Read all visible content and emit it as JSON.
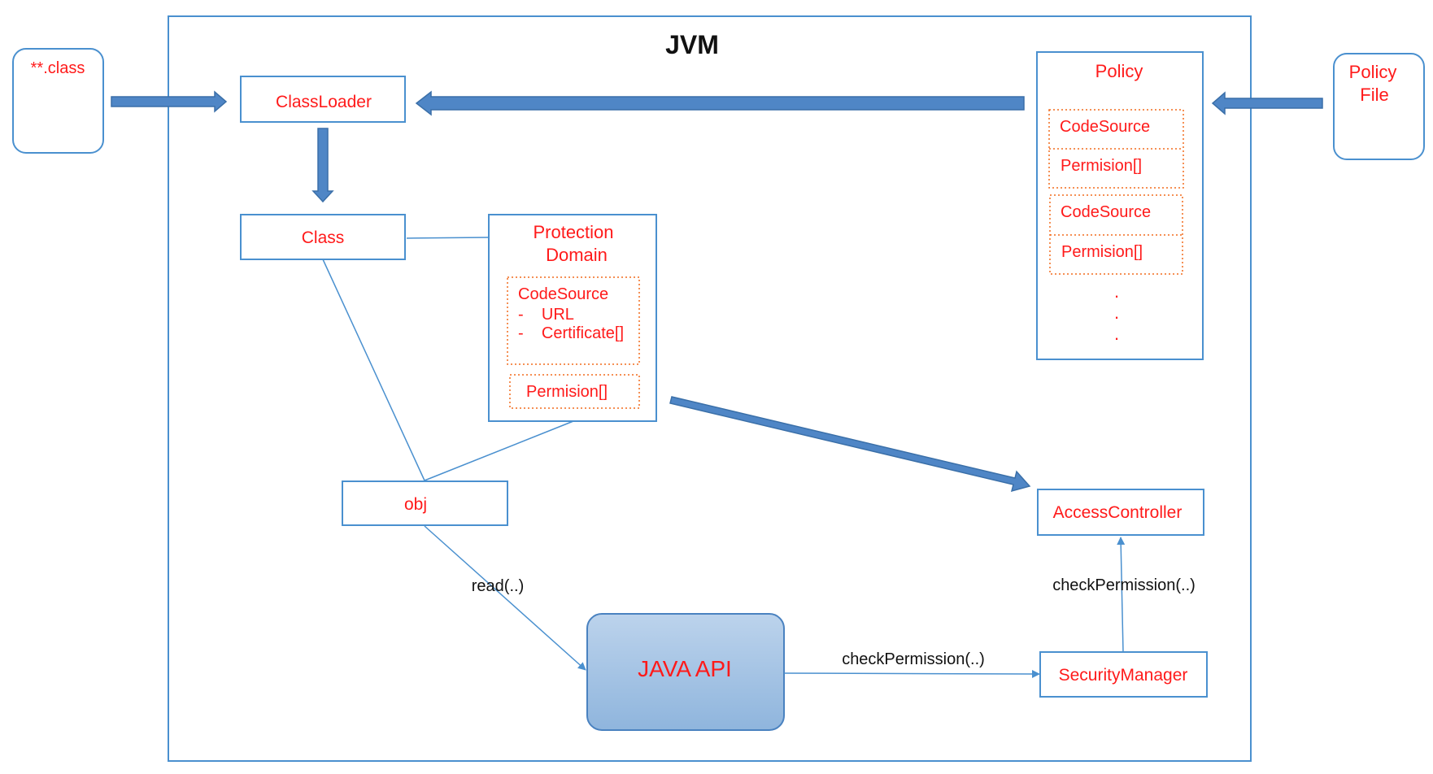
{
  "title": "JVM",
  "class_file": "**.class",
  "policy_file": {
    "line1": "Policy",
    "line2": "File"
  },
  "classloader": "ClassLoader",
  "class_box": "Class",
  "protection_domain": {
    "title_line1": "Protection",
    "title_line2": "Domain",
    "codesource": "CodeSource",
    "url_item": "-    URL",
    "cert_item": "-    Certificate[]",
    "permission": "Permision[]"
  },
  "policy": {
    "title": "Policy",
    "entries": [
      {
        "codesource": "CodeSource",
        "permission": "Permision[]"
      },
      {
        "codesource": "CodeSource",
        "permission": "Permision[]"
      }
    ],
    "ellipsis": "."
  },
  "obj": "obj",
  "java_api": "JAVA API",
  "access_controller": "AccessController",
  "security_manager": "SecurityManager",
  "edges": {
    "read": "read(..)",
    "check_api_to_sm": "checkPermission(..)",
    "check_sm_to_ac": "checkPermission(..)"
  },
  "colors": {
    "box_border": "#4a90cf",
    "text_red": "#ff1a1a",
    "dotted_border": "#f26b1d",
    "arrow_fill": "#4f86c6",
    "arrow_stroke": "#3a6fa8",
    "api_fill_top": "#bcd3ec",
    "api_fill_bottom": "#8fb5dd"
  }
}
